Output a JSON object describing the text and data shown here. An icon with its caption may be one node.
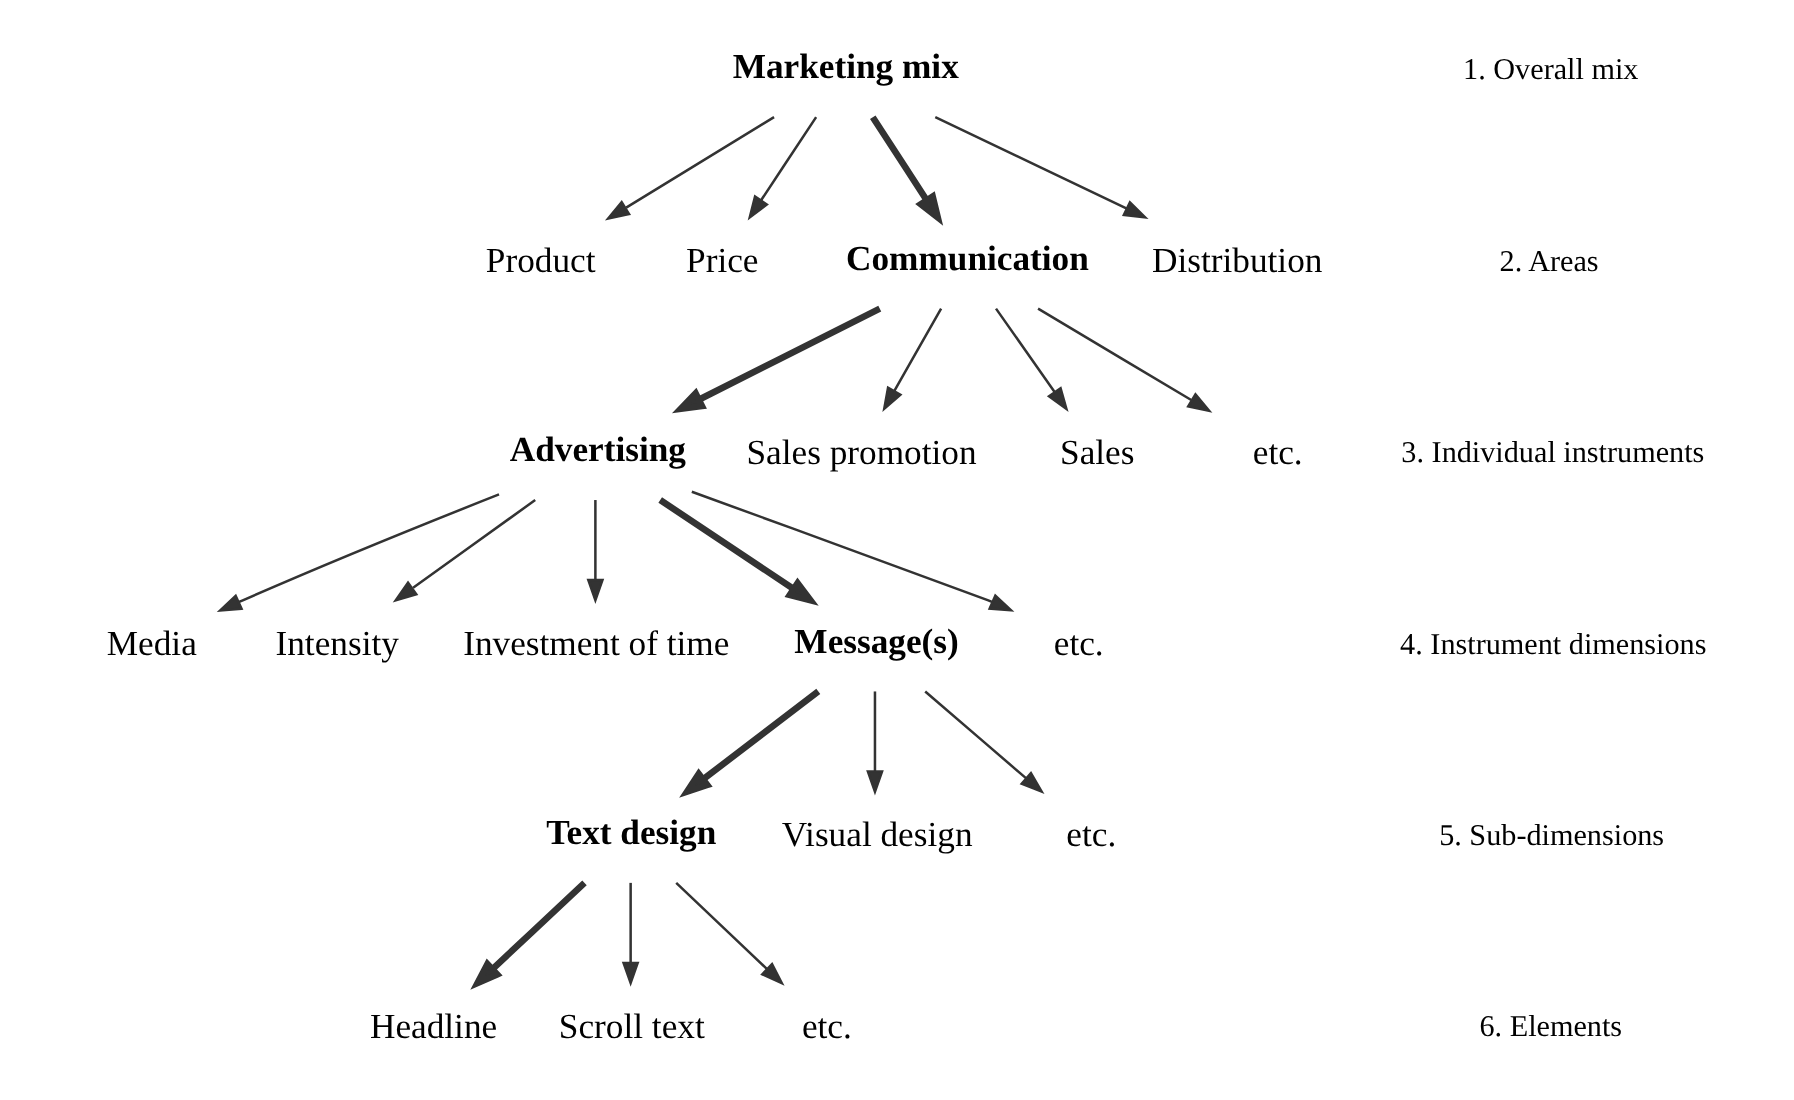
{
  "diagram": {
    "nodes": [
      {
        "text": [
          "Marketing mix"
        ]
      },
      {
        "text": [
          "Product"
        ]
      },
      {
        "text": [
          "Price"
        ]
      },
      {
        "text": [
          "Communication"
        ]
      },
      {
        "text": [
          "Distribution"
        ]
      },
      {
        "text": [
          "Advertising"
        ]
      },
      {
        "text": [
          "Sales promotion"
        ]
      },
      {
        "text": [
          "Sales"
        ]
      },
      {
        "text": [
          "etc."
        ]
      },
      {
        "text": [
          "Media"
        ]
      },
      {
        "text": [
          "Intensity"
        ]
      },
      {
        "text": [
          "Investment of time"
        ]
      },
      {
        "text": [
          "Message(s)"
        ]
      },
      {
        "text": [
          "etc."
        ]
      },
      {
        "text": [
          "Text design"
        ]
      },
      {
        "text": [
          "Visual design"
        ]
      },
      {
        "text": [
          "etc."
        ]
      },
      {
        "text": [
          "Headline"
        ]
      },
      {
        "text": [
          "Scroll text"
        ]
      },
      {
        "text": [
          "etc."
        ]
      }
    ],
    "edges": [
      {
        "from": 0,
        "to": 1,
        "arrow": "to"
      },
      {
        "from": 0,
        "to": 2,
        "arrow": "to"
      },
      {
        "from": 0,
        "to": 3,
        "arrow": "to",
        "style": "thick"
      },
      {
        "from": 0,
        "to": 4,
        "arrow": "to"
      },
      {
        "from": 3,
        "to": 5,
        "arrow": "to",
        "style": "thick"
      },
      {
        "from": 3,
        "to": 6,
        "arrow": "to"
      },
      {
        "from": 3,
        "to": 7,
        "arrow": "to"
      },
      {
        "from": 3,
        "to": 8,
        "arrow": "to"
      },
      {
        "from": 5,
        "to": 9,
        "arrow": "to"
      },
      {
        "from": 5,
        "to": 10,
        "arrow": "to"
      },
      {
        "from": 5,
        "to": 11,
        "arrow": "to"
      },
      {
        "from": 5,
        "to": 12,
        "arrow": "to",
        "style": "thick"
      },
      {
        "from": 5,
        "to": 13,
        "arrow": "to"
      },
      {
        "from": 12,
        "to": 14,
        "arrow": "to",
        "style": "thick"
      },
      {
        "from": 12,
        "to": 15,
        "arrow": "to"
      },
      {
        "from": 12,
        "to": 16,
        "arrow": "to"
      },
      {
        "from": 14,
        "to": 17,
        "arrow": "to",
        "style": "thick"
      },
      {
        "from": 14,
        "to": 18,
        "arrow": "to"
      },
      {
        "from": 14,
        "to": 19,
        "arrow": "to"
      }
    ],
    "labels": [
      "1. Overall mix",
      "2. Areas",
      "3. Individual instruments",
      "4. Instrument dimensions",
      "5. Sub-dimensions",
      "6. Elements"
    ]
  }
}
